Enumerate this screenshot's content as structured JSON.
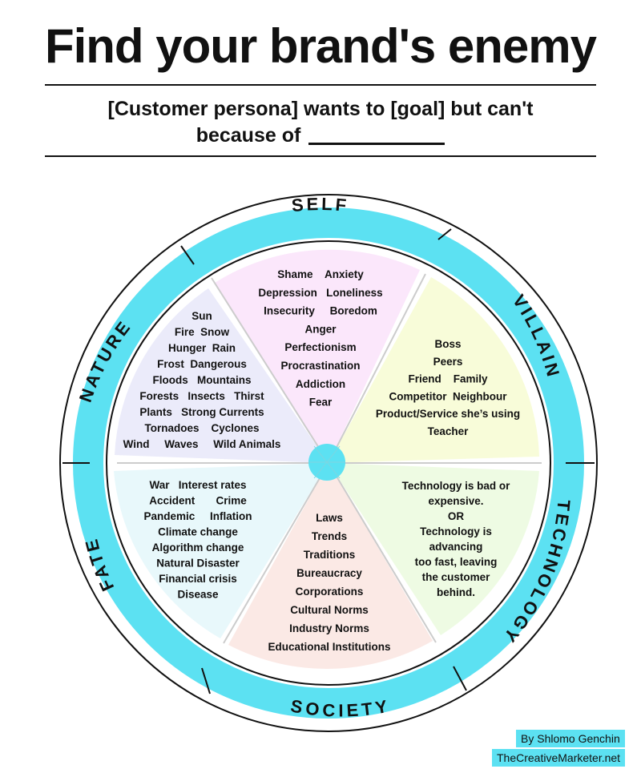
{
  "title": "Find your brand's enemy",
  "subtitle": {
    "line1": "[Customer persona] wants to [goal] but can't",
    "line2": "because of"
  },
  "ring_labels": {
    "self": "SELF",
    "villain": "VILLAIN",
    "technology": "TECHNOLOGY",
    "society": "SOCIETY",
    "fate": "FATE",
    "nature": "NATURE"
  },
  "segments": {
    "self": [
      "Shame    Anxiety",
      "Depression   Loneliness",
      "Insecurity     Boredom",
      "Anger",
      "Perfectionism",
      "Procrastination",
      "Addiction",
      "Fear"
    ],
    "villain": [
      "Boss",
      "Peers",
      "Friend    Family",
      "Competitor  Neighbour",
      "Product/Service she’s using",
      "Teacher"
    ],
    "technology": [
      "Technology is bad or",
      "expensive.",
      "OR",
      "Technology is",
      "advancing",
      "too fast, leaving",
      "the customer",
      "behind."
    ],
    "society": [
      "Laws",
      "Trends",
      "Traditions",
      "Bureaucracy",
      "Corporations",
      "Cultural Norms",
      "Industry Norms",
      "Educational Institutions"
    ],
    "fate": [
      "War   Interest rates",
      "Accident       Crime",
      "Pandemic     Inflation",
      "Climate change",
      "Algorithm change",
      "Natural Disaster",
      "Financial crisis",
      "Disease"
    ],
    "nature": [
      "Sun",
      "Fire  Snow",
      "Hunger  Rain",
      "Frost  Dangerous",
      "Floods   Mountains",
      "Forests   Insects   Thirst",
      "Plants   Strong Currents",
      "Tornadoes    Cyclones",
      "Wind     Waves     Wild Animals"
    ]
  },
  "credits": {
    "author": "By Shlomo Genchin",
    "site": "TheCreativeMarketer.net"
  },
  "colors": {
    "accent": "#5ce1f2",
    "self": "#fbe7fb",
    "villain": "#f8fcd9",
    "technology": "#eefbe3",
    "society": "#fbe9e5",
    "fate": "#e8f8fb",
    "nature": "#ebebfa"
  }
}
